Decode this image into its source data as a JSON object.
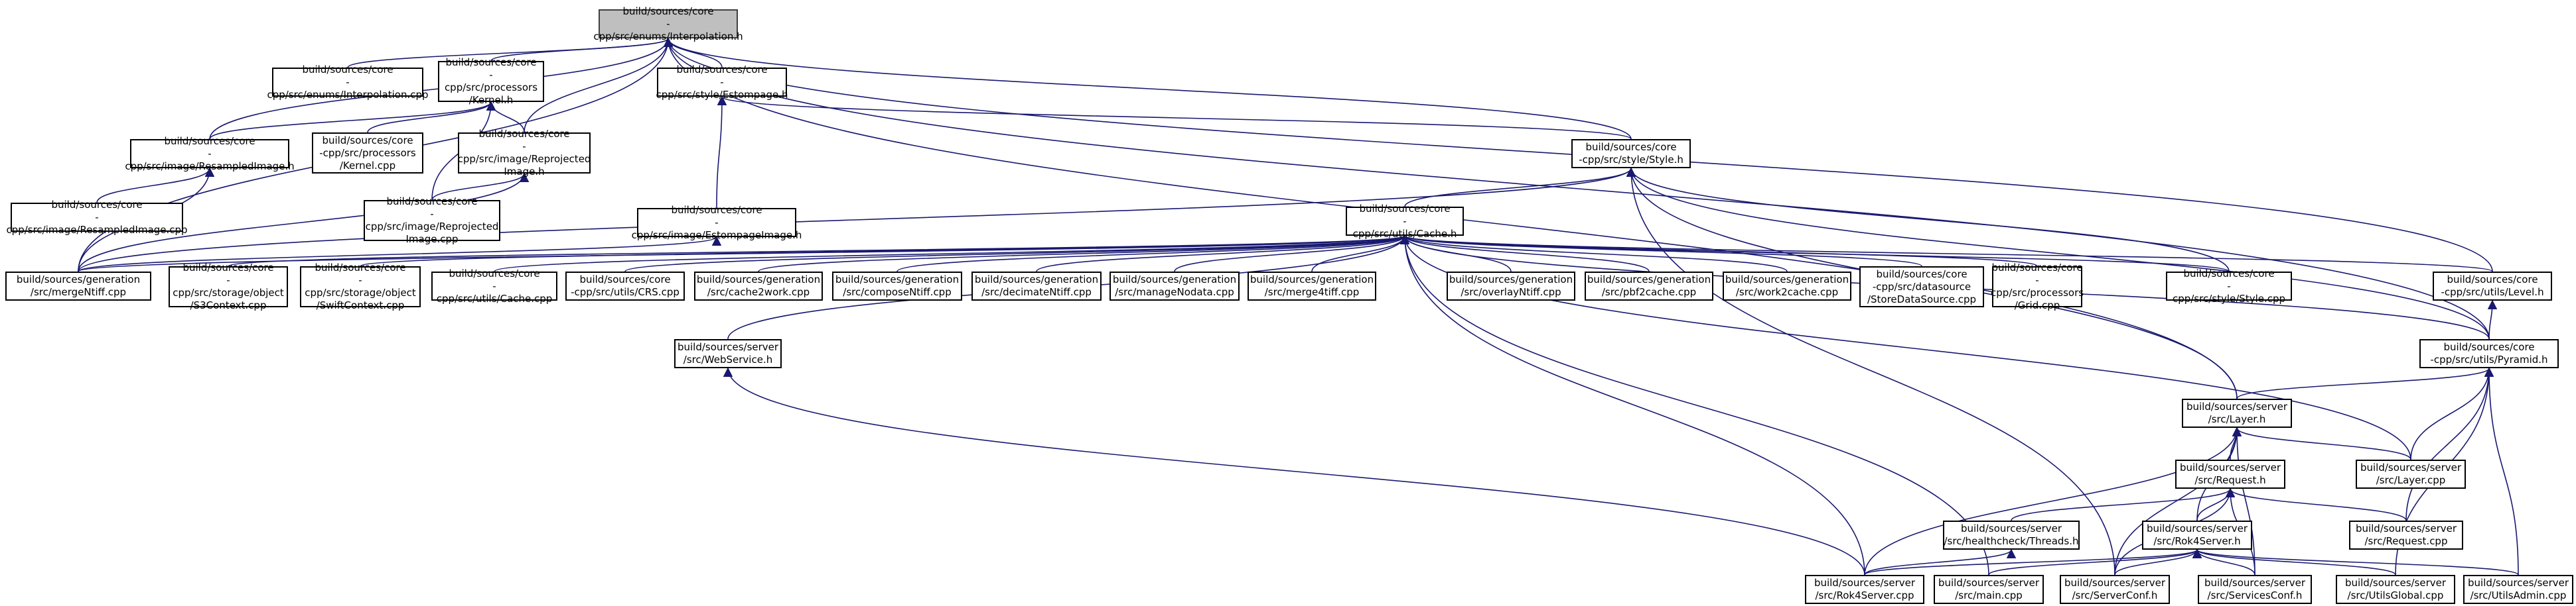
{
  "theme": {
    "edge_color": "#191970",
    "root_fill": "#bfbfbf",
    "node_fill": "#ffffff",
    "border_color": "#000000"
  },
  "nodes": {
    "interp_h": {
      "label": "build/sources/core\n-cpp/src/enums/Interpolation.h"
    },
    "interp_cpp": {
      "label": "build/sources/core\n-cpp/src/enums/Interpolation.cpp"
    },
    "kernel_h": {
      "label": "build/sources/core\n-cpp/src/processors\n/Kernel.h"
    },
    "estompage_h": {
      "label": "build/sources/core\n-cpp/src/style/Estompage.h"
    },
    "resampled_h": {
      "label": "build/sources/core\n-cpp/src/image/ResampledImage.h"
    },
    "kernel_cpp": {
      "label": "build/sources/core\n-cpp/src/processors\n/Kernel.cpp"
    },
    "reprojected_h": {
      "label": "build/sources/core\n-cpp/src/image/Reprojected\nImage.h"
    },
    "style_h": {
      "label": "build/sources/core\n-cpp/src/style/Style.h"
    },
    "resampled_cpp": {
      "label": "build/sources/core\n-cpp/src/image/ResampledImage.cpp"
    },
    "reprojected_cpp": {
      "label": "build/sources/core\n-cpp/src/image/Reprojected\nImage.cpp"
    },
    "estompage_img_h": {
      "label": "build/sources/core\n-cpp/src/image/EstompageImage.h"
    },
    "cache_h": {
      "label": "build/sources/core\n-cpp/src/utils/Cache.h"
    },
    "mergentiff": {
      "label": "build/sources/generation\n/src/mergeNtiff.cpp"
    },
    "s3context": {
      "label": "build/sources/core\n-cpp/src/storage/object\n/S3Context.cpp"
    },
    "swiftcontext": {
      "label": "build/sources/core\n-cpp/src/storage/object\n/SwiftContext.cpp"
    },
    "cache_cpp": {
      "label": "build/sources/core\n-cpp/src/utils/Cache.cpp"
    },
    "crs_cpp": {
      "label": "build/sources/core\n-cpp/src/utils/CRS.cpp"
    },
    "cache2work": {
      "label": "build/sources/generation\n/src/cache2work.cpp"
    },
    "composentiff": {
      "label": "build/sources/generation\n/src/composeNtiff.cpp"
    },
    "decimatentiff": {
      "label": "build/sources/generation\n/src/decimateNtiff.cpp"
    },
    "managenodata": {
      "label": "build/sources/generation\n/src/manageNodata.cpp"
    },
    "merge4tiff": {
      "label": "build/sources/generation\n/src/merge4tiff.cpp"
    },
    "overlayntiff": {
      "label": "build/sources/generation\n/src/overlayNtiff.cpp"
    },
    "pbf2cache": {
      "label": "build/sources/generation\n/src/pbf2cache.cpp"
    },
    "work2cache": {
      "label": "build/sources/generation\n/src/work2cache.cpp"
    },
    "storedatasource": {
      "label": "build/sources/core\n-cpp/src/datasource\n/StoreDataSource.cpp"
    },
    "grid_cpp": {
      "label": "build/sources/core\n-cpp/src/processors\n/Grid.cpp"
    },
    "style_cpp": {
      "label": "build/sources/core\n-cpp/src/style/Style.cpp"
    },
    "level_h": {
      "label": "build/sources/core\n-cpp/src/utils/Level.h"
    },
    "webservice_h": {
      "label": "build/sources/server\n/src/WebService.h"
    },
    "pyramid_h": {
      "label": "build/sources/core\n-cpp/src/utils/Pyramid.h"
    },
    "layer_h": {
      "label": "build/sources/server\n/src/Layer.h"
    },
    "request_h": {
      "label": "build/sources/server\n/src/Request.h"
    },
    "layer_cpp": {
      "label": "build/sources/server\n/src/Layer.cpp"
    },
    "threads_h": {
      "label": "build/sources/server\n/src/healthcheck/Threads.h"
    },
    "rok4server_h": {
      "label": "build/sources/server\n/src/Rok4Server.h"
    },
    "request_cpp": {
      "label": "build/sources/server\n/src/Request.cpp"
    },
    "rok4server_cpp": {
      "label": "build/sources/server\n/src/Rok4Server.cpp"
    },
    "main_cpp": {
      "label": "build/sources/server\n/src/main.cpp"
    },
    "serverconf_h": {
      "label": "build/sources/server\n/src/ServerConf.h"
    },
    "servicesconf_h": {
      "label": "build/sources/server\n/src/ServicesConf.h"
    },
    "utilsglobal_cpp": {
      "label": "build/sources/server\n/src/UtilsGlobal.cpp"
    },
    "utilsadmin_cpp": {
      "label": "build/sources/server\n/src/UtilsAdmin.cpp"
    }
  }
}
